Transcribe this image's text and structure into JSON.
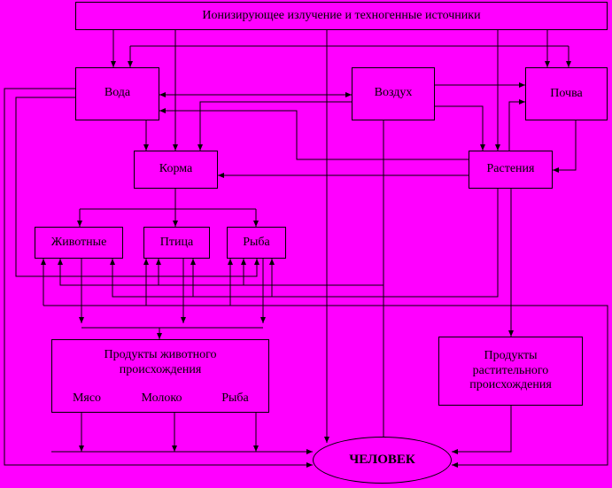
{
  "colors": {
    "background": "#ff00ff",
    "stroke": "#000000"
  },
  "nodes": {
    "sources": "Ионизирующее излучение и техногенные источники",
    "water": "Вода",
    "air": "Воздух",
    "soil": "Почва",
    "feed": "Корма",
    "plants": "Растения",
    "animals": "Животные",
    "bird": "Птица",
    "fish": "Рыба",
    "animal_products": "Продукты животного происхождения",
    "meat": "Мясо",
    "milk": "Молоко",
    "fish_product": "Рыба",
    "plant_products": "Продукты растительного происхождения",
    "human": "ЧЕЛОВЕК"
  }
}
